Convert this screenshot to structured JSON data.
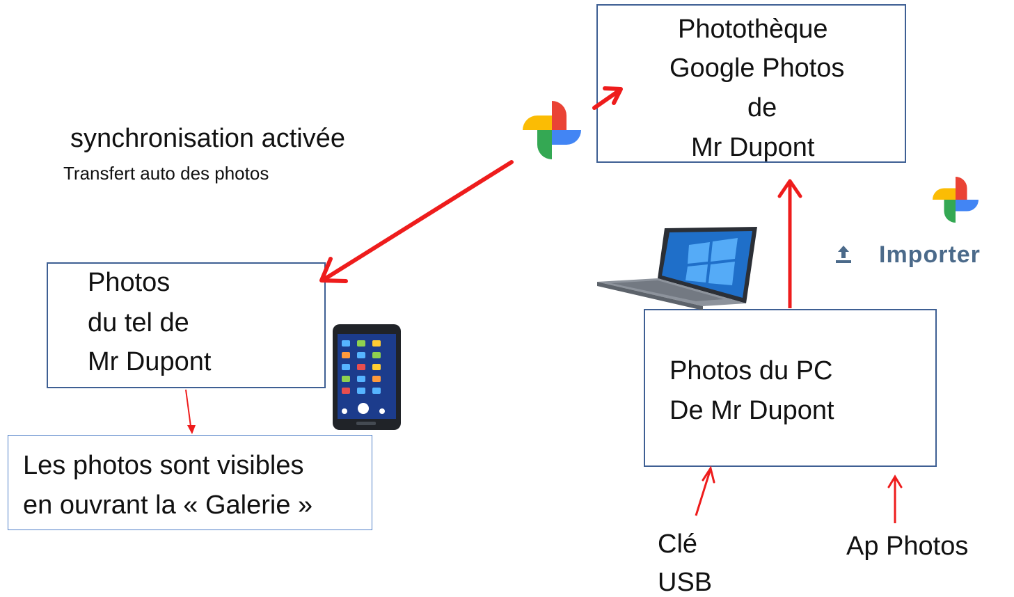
{
  "google_library": {
    "lines": [
      "Photothèque",
      "Google Photos",
      "de",
      "Mr Dupont"
    ]
  },
  "sync": {
    "title": "synchronisation activée",
    "subtitle": "Transfert auto des photos"
  },
  "phone_photos": {
    "lines": [
      "Photos",
      "du tel de",
      "Mr Dupont"
    ]
  },
  "gallery_note": {
    "lines": [
      "Les photos sont visibles",
      "en ouvrant la « Galerie »"
    ]
  },
  "pc_photos": {
    "lines": [
      "Photos du PC",
      "De Mr Dupont"
    ]
  },
  "import_button": {
    "label": "Importer",
    "icon": "upload-icon"
  },
  "sources": {
    "usb": [
      "Clé",
      "USB"
    ],
    "app": "Ap Photos"
  },
  "colors": {
    "box_border": "#3e5f93",
    "arrow": "#ee1c1c",
    "import_text": "#4b6a8a"
  },
  "icons": [
    "google-photos-pinwheel-icon",
    "laptop-icon",
    "smartphone-icon",
    "upload-icon"
  ]
}
